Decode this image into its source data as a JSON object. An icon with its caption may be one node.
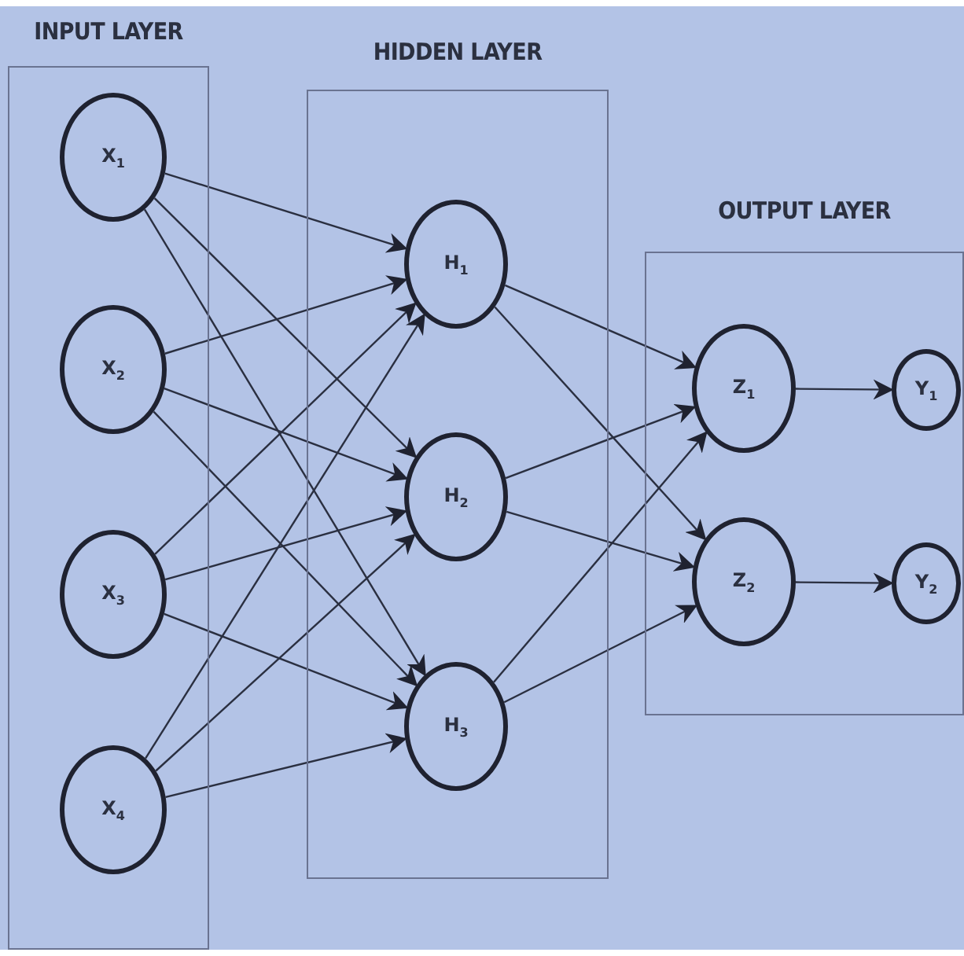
{
  "diagram": {
    "nodes": [
      {
        "text": [
          "INPUT LAYER"
        ]
      },
      {
        "text": [
          "X$_{1}$"
        ],
        "in": 0
      },
      {
        "text": [
          "X$_{2}$"
        ],
        "in": 0
      },
      {
        "text": [
          "X$_{3}$"
        ],
        "in": 0
      },
      {
        "text": [
          "X$_{4}$"
        ],
        "in": 0
      },
      {
        "text": [
          "HIDDEN LAYER"
        ]
      },
      {
        "text": [
          "H$_{1}$"
        ],
        "in": 5
      },
      {
        "text": [
          "H$_{2}$"
        ],
        "in": 5
      },
      {
        "text": [
          "H$_{3}$"
        ],
        "in": 5
      },
      {
        "text": [
          "OUTPUT LAYER"
        ]
      },
      {
        "text": [
          "Z$_{1}$"
        ],
        "in": 9
      },
      {
        "text": [
          "Z$_{2}$"
        ],
        "in": 9
      },
      {
        "text": [
          "Y$_{1}$"
        ],
        "in": 9
      },
      {
        "text": [
          "Y$_{2}$"
        ],
        "in": 9
      }
    ],
    "edges": [
      {
        "from": 1,
        "to": 6,
        "arrow": "to"
      },
      {
        "from": 1,
        "to": 7,
        "arrow": "to"
      },
      {
        "from": 1,
        "to": 8,
        "arrow": "to"
      },
      {
        "from": 2,
        "to": 6,
        "arrow": "to"
      },
      {
        "from": 2,
        "to": 7,
        "arrow": "to"
      },
      {
        "from": 2,
        "to": 8,
        "arrow": "to"
      },
      {
        "from": 3,
        "to": 6,
        "arrow": "to"
      },
      {
        "from": 3,
        "to": 7,
        "arrow": "to"
      },
      {
        "from": 3,
        "to": 8,
        "arrow": "to"
      },
      {
        "from": 4,
        "to": 6,
        "arrow": "to"
      },
      {
        "from": 4,
        "to": 7,
        "arrow": "to"
      },
      {
        "from": 4,
        "to": 8,
        "arrow": "to"
      },
      {
        "from": 6,
        "to": 10,
        "arrow": "to"
      },
      {
        "from": 6,
        "to": 11,
        "arrow": "to"
      },
      {
        "from": 7,
        "to": 10,
        "arrow": "to"
      },
      {
        "from": 7,
        "to": 11,
        "arrow": "to"
      },
      {
        "from": 8,
        "to": 10,
        "arrow": "to"
      },
      {
        "from": 8,
        "to": 11,
        "arrow": "to"
      },
      {
        "from": 10,
        "to": 12,
        "arrow": "to"
      },
      {
        "from": 11,
        "to": 13,
        "arrow": "to"
      }
    ]
  }
}
